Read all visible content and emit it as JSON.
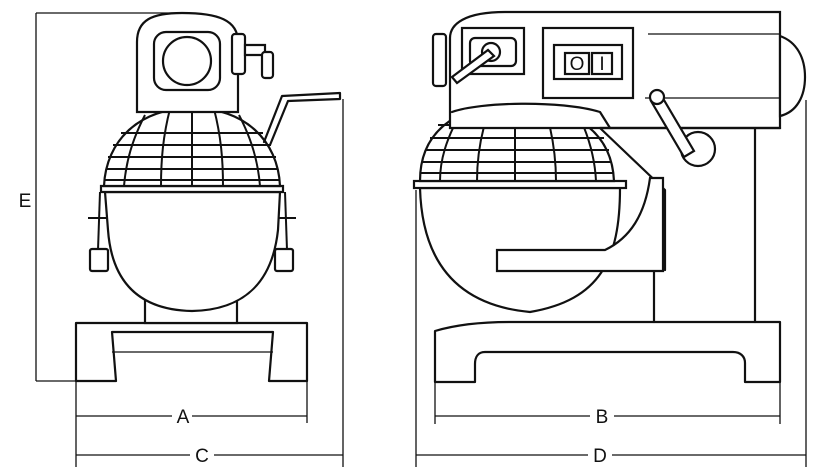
{
  "diagram": {
    "labels": {
      "a": "A",
      "b": "B",
      "c": "C",
      "d": "D",
      "e": "E",
      "switch_off": "O",
      "switch_on": "I"
    }
  }
}
